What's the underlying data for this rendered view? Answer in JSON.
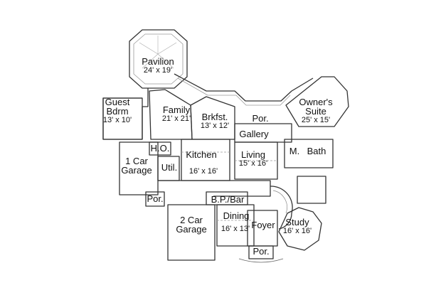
{
  "rooms": {
    "pavilion": {
      "name": "Pavilion",
      "dims": "24' x 19'"
    },
    "owners_suite": {
      "name": "Owner's",
      "name2": "Suite",
      "dims": "25' x 15'"
    },
    "guest_bdrm": {
      "name": "Guest",
      "name2": "Bdrm",
      "dims": "13' x 10'"
    },
    "family": {
      "name": "Family",
      "dims": "21' x 21'"
    },
    "brkfst": {
      "name": "Brkfst.",
      "dims": "13' x 12'"
    },
    "por_top": {
      "name": "Por."
    },
    "gallery": {
      "name": "Gallery"
    },
    "ho": {
      "name": "H.O."
    },
    "kitchen": {
      "name": "Kitchen",
      "dims": "16' x 16'"
    },
    "living": {
      "name": "Living",
      "dims": "15' x 16'"
    },
    "m": {
      "name": "M."
    },
    "bath": {
      "name": "Bath"
    },
    "car1": {
      "name": "1 Car",
      "name2": "Garage"
    },
    "util": {
      "name": "Util."
    },
    "por_left": {
      "name": "Por."
    },
    "bp_bar": {
      "name": "B.P./Bar"
    },
    "car2": {
      "name": "2 Car",
      "name2": "Garage"
    },
    "dining": {
      "name": "Dining",
      "dims": "16' x 13'"
    },
    "foyer": {
      "name": "Foyer"
    },
    "study": {
      "name": "Study",
      "dims": "16' x 16'"
    },
    "por_bottom": {
      "name": "Por."
    }
  }
}
